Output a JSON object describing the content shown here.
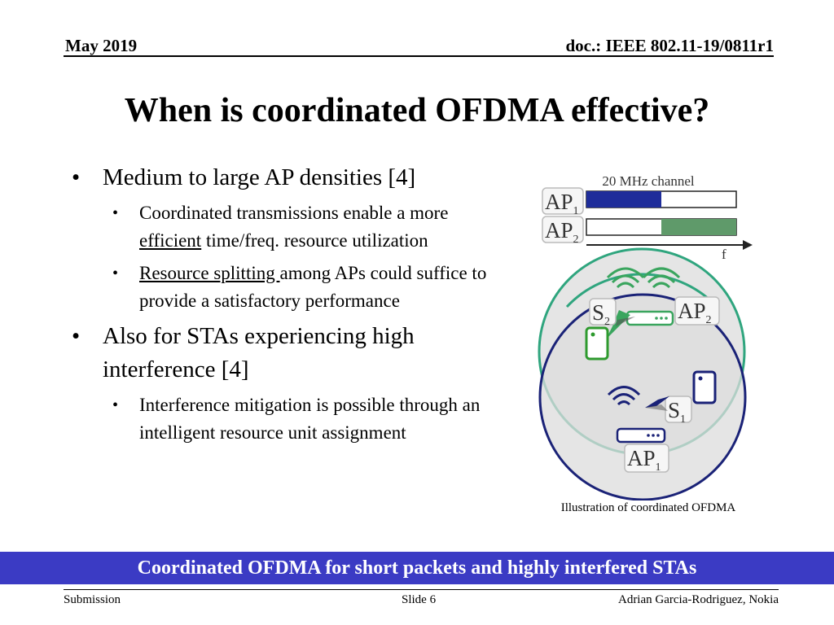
{
  "header": {
    "date": "May 2019",
    "doc": "doc.: IEEE 802.11-19/0811r1"
  },
  "title": "When is coordinated OFDMA effective?",
  "bullets": [
    {
      "text": "Medium to large AP densities [4]",
      "sub": [
        {
          "a": "Coordinated transmissions enable a more ",
          "u": "efficient",
          "b": " time/freq. resource utilization"
        },
        {
          "a": "",
          "u": "Resource splitting ",
          "b": "among APs could suffice to provide a satisfactory performance"
        }
      ]
    },
    {
      "text": "Also for STAs experiencing high interference [4]",
      "sub": [
        {
          "a": "Interference mitigation is possible through an intelligent resource unit assignment",
          "u": "",
          "b": ""
        }
      ]
    }
  ],
  "figure": {
    "channel_label": "20 MHz channel",
    "ap_letters": "AP",
    "ap1_sub": "1",
    "ap2_sub": "2",
    "sta_letter": "S",
    "s1_sub": "1",
    "s2_sub": "2",
    "freq_label": "f",
    "ap1_band_fraction": 0.5,
    "ap2_band_fraction": 0.5,
    "colors": {
      "ap1": "#1f2d9a",
      "ap2": "#2fa57e",
      "sta_green": "#2e9a2e"
    }
  },
  "caption": "Illustration of coordinated OFDMA",
  "banner": "Coordinated OFDMA for short packets and highly interfered STAs",
  "footer": {
    "left": "Submission",
    "center": "Slide 6",
    "right": "Adrian Garcia-Rodriguez, Nokia"
  }
}
